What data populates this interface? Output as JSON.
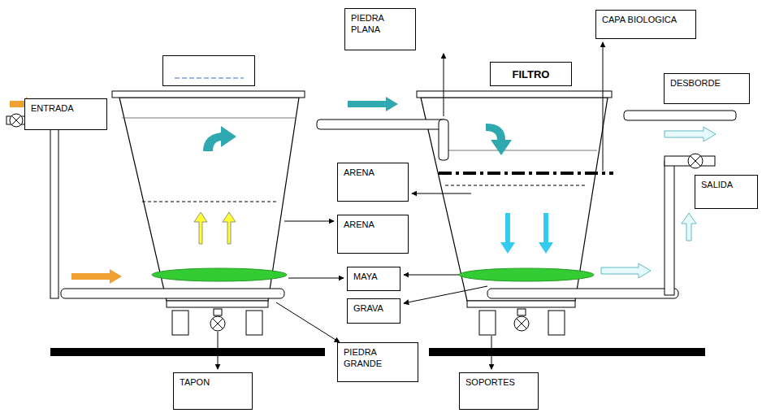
{
  "diagram": {
    "nodes": [
      {
        "text": [
          "PIEDRA PLANA"
        ]
      },
      {
        "text": [
          "CAPA BIOLOGICA"
        ]
      },
      {
        "text": [
          "FILTRO"
        ]
      },
      {
        "text": [
          "DESBORDE"
        ]
      },
      {
        "text": [
          "ENTRADA"
        ]
      },
      {
        "text": [
          "ARENA"
        ]
      },
      {
        "text": [
          "SALIDA"
        ]
      },
      {
        "text": [
          "ARENA"
        ]
      },
      {
        "text": [
          "MAYA"
        ]
      },
      {
        "text": [
          "GRAVA"
        ]
      },
      {
        "text": [
          "PIEDRA GRANDE"
        ]
      },
      {
        "text": [
          "TAPON"
        ]
      },
      {
        "text": [
          "SOPORTES"
        ]
      }
    ]
  }
}
